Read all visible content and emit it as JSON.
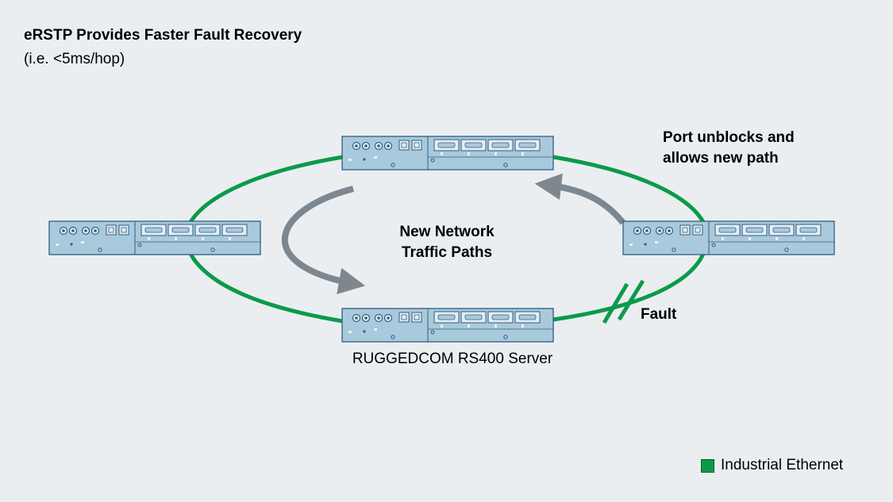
{
  "title": "eRSTP Provides Faster Fault Recovery",
  "subtitle": "(i.e. <5ms/hop)",
  "annotations": {
    "port_unblocks_line1": "Port unblocks and",
    "port_unblocks_line2": "allows new path",
    "new_paths_line1": "New Network",
    "new_paths_line2": "Traffic Paths",
    "fault": "Fault"
  },
  "device_label": "RUGGEDCOM RS400 Server",
  "legend": {
    "label": "Industrial Ethernet",
    "color": "#0c9a4a"
  },
  "devices": [
    {
      "name": "switch-top"
    },
    {
      "name": "switch-left"
    },
    {
      "name": "switch-right"
    },
    {
      "name": "switch-bottom"
    }
  ],
  "colors": {
    "ring": "#0c9a4a",
    "arrow": "#7d878f",
    "device_fill": "#a9c9dc",
    "device_stroke": "#2f5f7f"
  }
}
